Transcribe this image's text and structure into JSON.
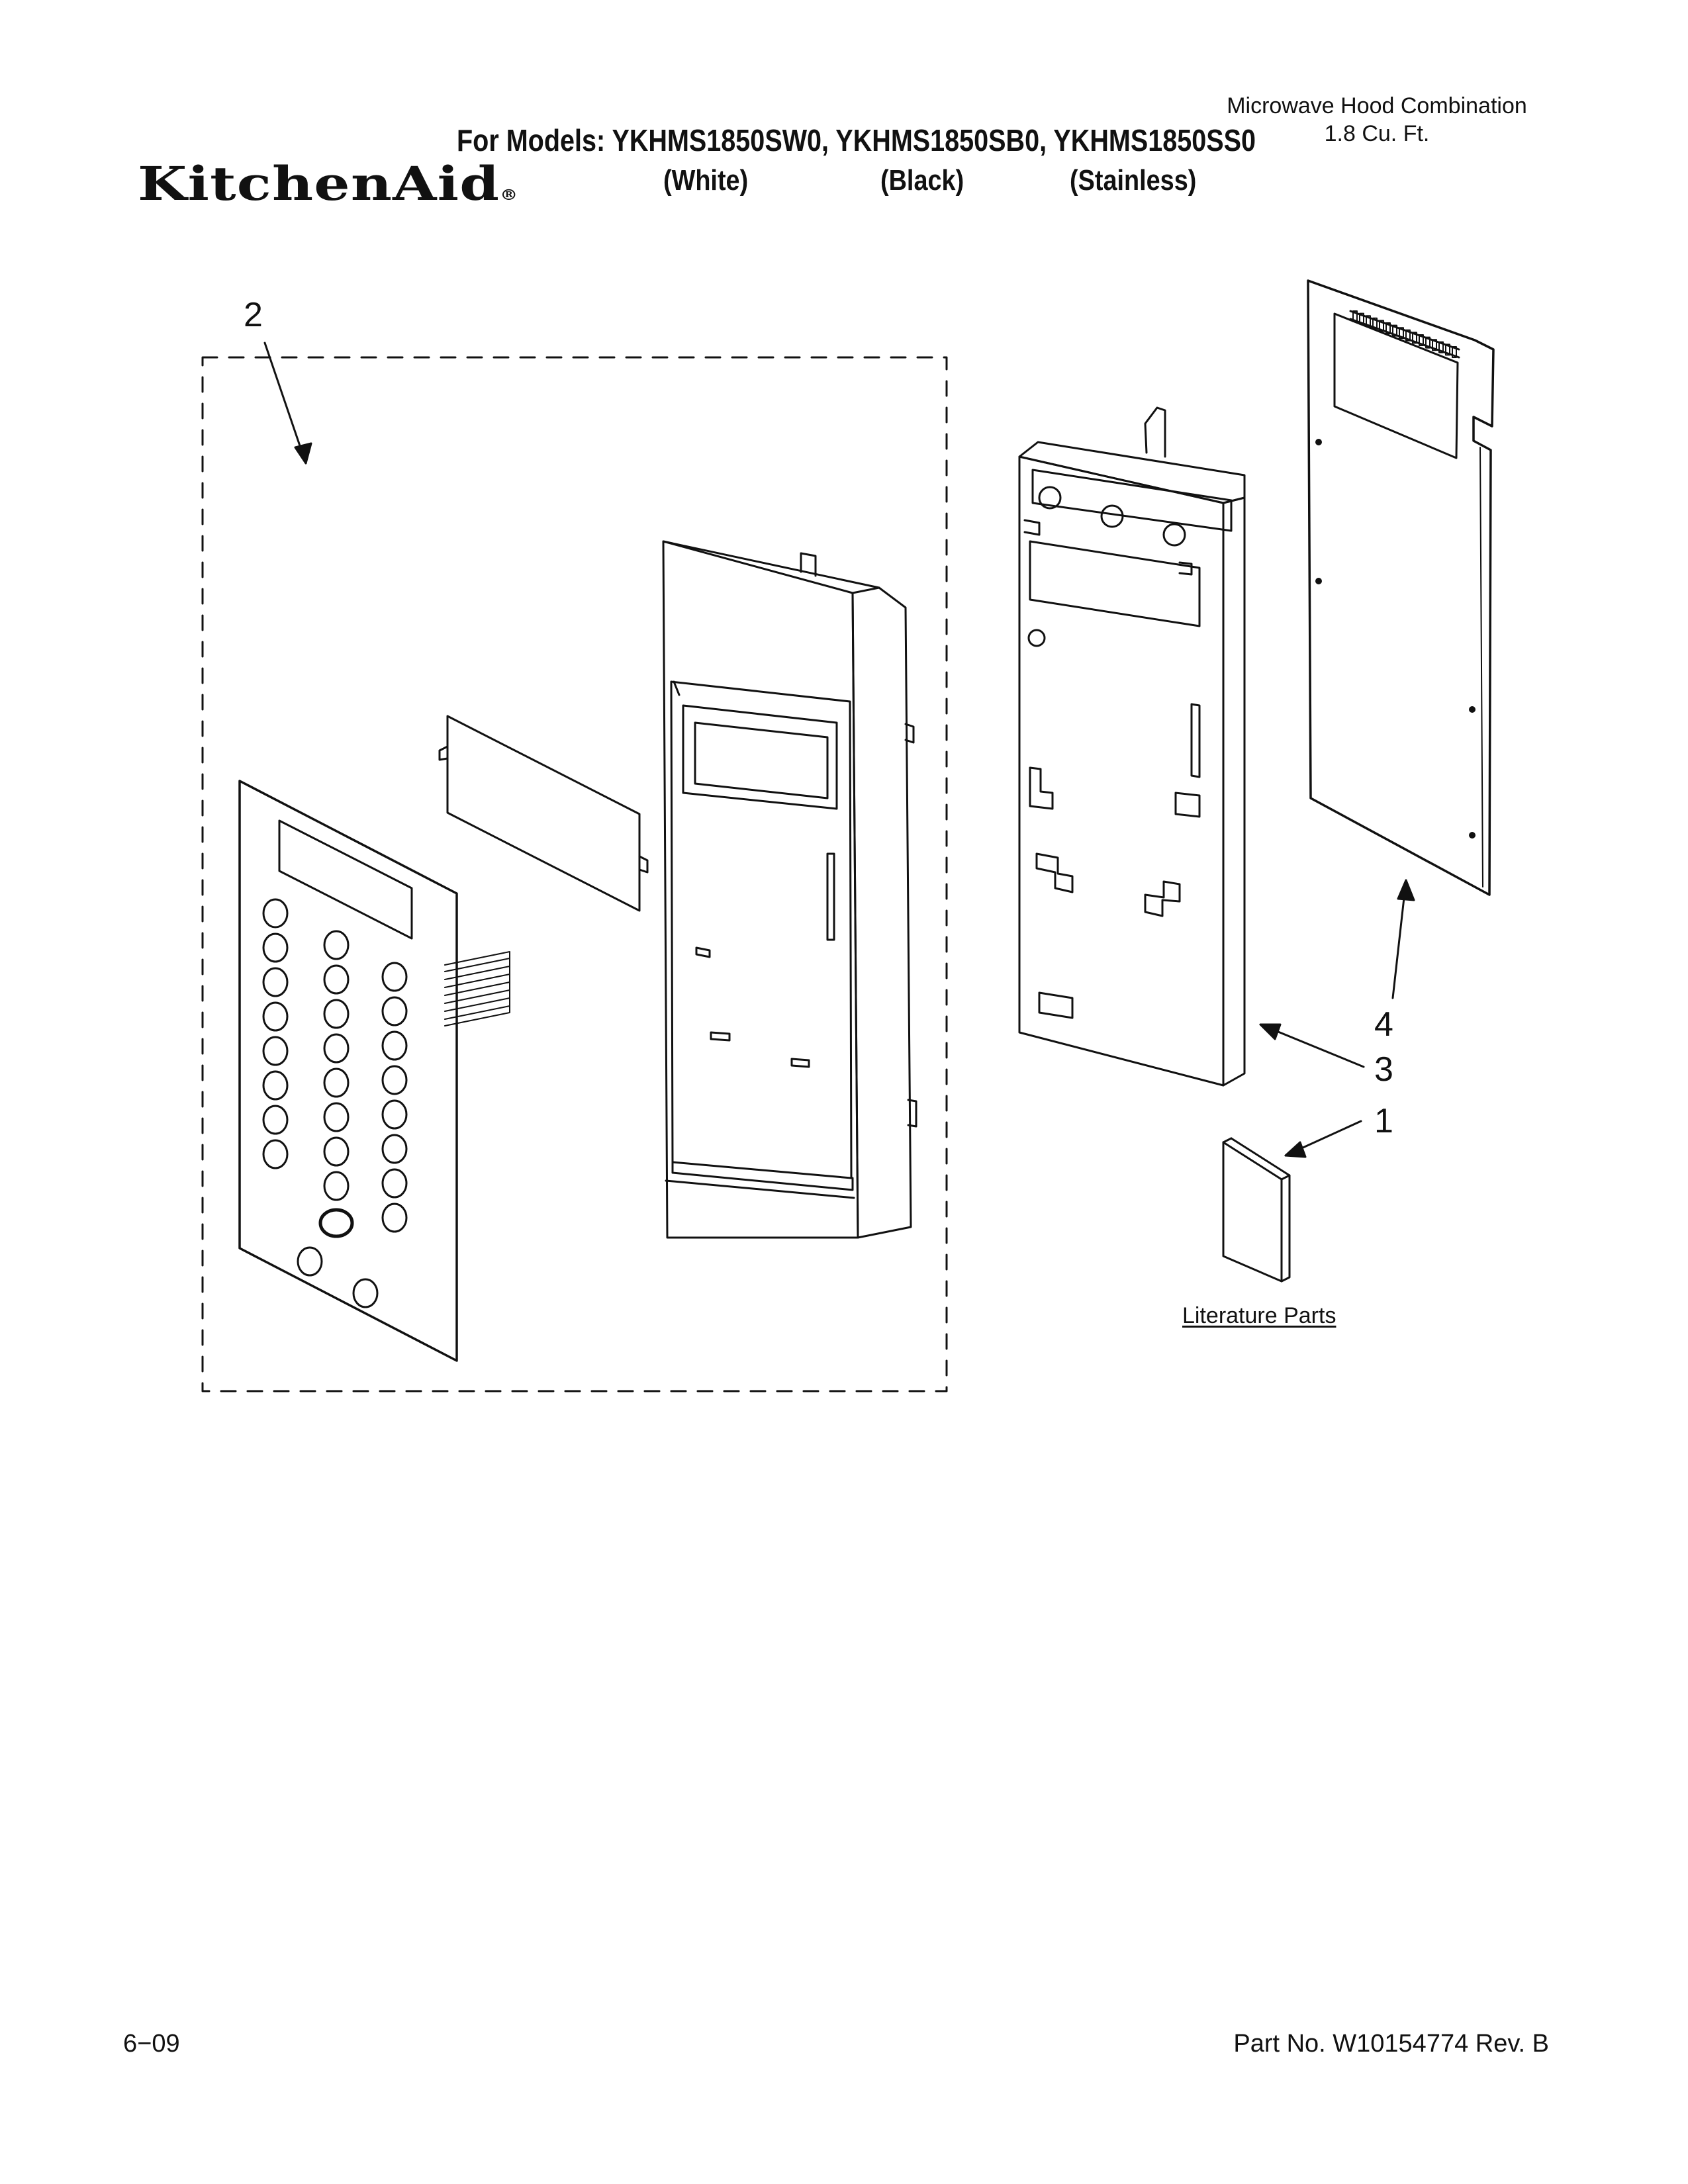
{
  "header": {
    "product_line": "Microwave Hood Combination",
    "capacity": "1.8 Cu. Ft.",
    "models": "For Models: YKHMS1850SW0, YKHMS1850SB0, YKHMS1850SS0",
    "variants": {
      "white": "(White)",
      "black": "(Black)",
      "stainless": "(Stainless)"
    },
    "brand": "KitchenAid",
    "brand_mark": "®"
  },
  "callouts": {
    "c1": "1",
    "c2": "2",
    "c3": "3",
    "c4": "4"
  },
  "literature_label": "Literature Parts",
  "footer": {
    "date": "6−09",
    "part_number": "Part No. W10154774 Rev. B"
  },
  "colors": {
    "ink": "#111111",
    "paper": "#ffffff"
  }
}
